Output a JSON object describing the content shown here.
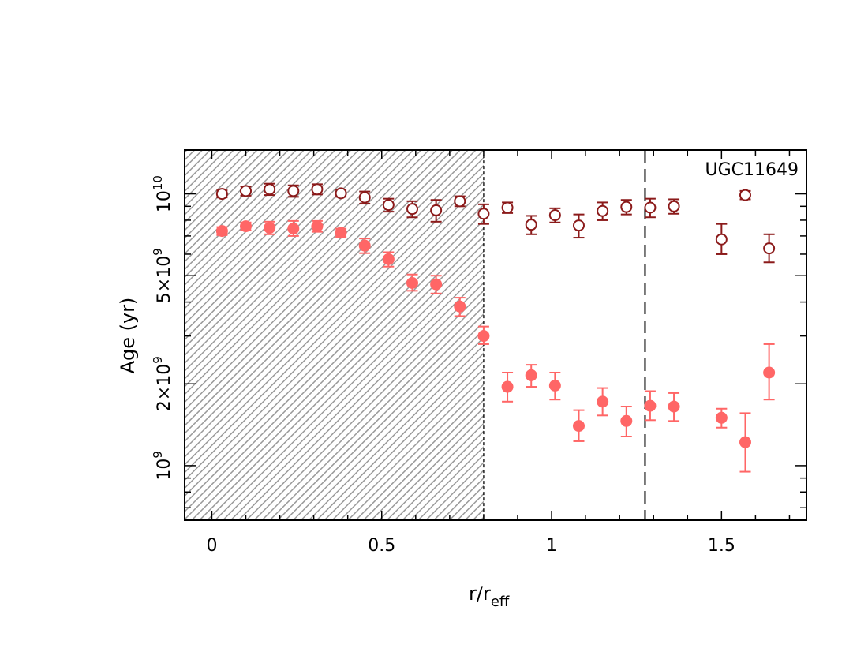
{
  "chart_data": {
    "type": "scatter",
    "annotation": "UGC11649",
    "xlabel": {
      "main": "r/r",
      "sub": "eff"
    },
    "ylabel": "Age (yr)",
    "xlim": [
      -0.08,
      1.75
    ],
    "ylim": [
      630000000,
      14500000000
    ],
    "yscale": "log",
    "x_ticks": [
      {
        "value": 0,
        "label": "0"
      },
      {
        "value": 0.5,
        "label": "0.5"
      },
      {
        "value": 1,
        "label": "1"
      },
      {
        "value": 1.5,
        "label": "1.5"
      }
    ],
    "y_ticks": [
      {
        "value": 1000000000,
        "label": "10",
        "sup": "9"
      },
      {
        "value": 2000000000,
        "label": "2×10",
        "sup": "9"
      },
      {
        "value": 5000000000,
        "label": "5×10",
        "sup": "9"
      },
      {
        "value": 10000000000,
        "label": "10",
        "sup": "10"
      }
    ],
    "hatched_region_x": [
      -0.08,
      0.8
    ],
    "vertical_dashed_line_x": 1.275,
    "colors": {
      "open_series": "#8b1a1a",
      "filled_series": "#ff6666",
      "hatch": "#999999"
    },
    "series": [
      {
        "marker": "open-circle",
        "points": [
          {
            "x": 0.03,
            "y": 10000000000,
            "lo": 9700000000,
            "hi": 10300000000
          },
          {
            "x": 0.1,
            "y": 10250000000,
            "lo": 9850000000,
            "hi": 10650000000
          },
          {
            "x": 0.17,
            "y": 10400000000,
            "lo": 9900000000,
            "hi": 10900000000
          },
          {
            "x": 0.24,
            "y": 10250000000,
            "lo": 9750000000,
            "hi": 10750000000
          },
          {
            "x": 0.31,
            "y": 10400000000,
            "lo": 9950000000,
            "hi": 10850000000
          },
          {
            "x": 0.38,
            "y": 10050000000,
            "lo": 9750000000,
            "hi": 10350000000
          },
          {
            "x": 0.45,
            "y": 9700000000,
            "lo": 9200000000,
            "hi": 10200000000
          },
          {
            "x": 0.52,
            "y": 9100000000,
            "lo": 8600000000,
            "hi": 9600000000
          },
          {
            "x": 0.59,
            "y": 8800000000,
            "lo": 8200000000,
            "hi": 9400000000
          },
          {
            "x": 0.66,
            "y": 8700000000,
            "lo": 7900000000,
            "hi": 9500000000
          },
          {
            "x": 0.73,
            "y": 9400000000,
            "lo": 9000000000,
            "hi": 9800000000
          },
          {
            "x": 0.8,
            "y": 8450000000,
            "lo": 7750000000,
            "hi": 9150000000
          },
          {
            "x": 0.87,
            "y": 8900000000,
            "lo": 8500000000,
            "hi": 9300000000
          },
          {
            "x": 0.94,
            "y": 7700000000,
            "lo": 7100000000,
            "hi": 8300000000
          },
          {
            "x": 1.01,
            "y": 8350000000,
            "lo": 7850000000,
            "hi": 8850000000
          },
          {
            "x": 1.08,
            "y": 7650000000,
            "lo": 6900000000,
            "hi": 8400000000
          },
          {
            "x": 1.15,
            "y": 8650000000,
            "lo": 8000000000,
            "hi": 9300000000
          },
          {
            "x": 1.22,
            "y": 8950000000,
            "lo": 8400000000,
            "hi": 9500000000
          },
          {
            "x": 1.29,
            "y": 8900000000,
            "lo": 8200000000,
            "hi": 9600000000
          },
          {
            "x": 1.36,
            "y": 9000000000,
            "lo": 8450000000,
            "hi": 9550000000
          },
          {
            "x": 1.5,
            "y": 6800000000,
            "lo": 6000000000,
            "hi": 7750000000
          },
          {
            "x": 1.57,
            "y": 9900000000,
            "lo": 9550000000,
            "hi": 10250000000
          },
          {
            "x": 1.64,
            "y": 6300000000,
            "lo": 5600000000,
            "hi": 7100000000
          }
        ]
      },
      {
        "marker": "filled-circle",
        "points": [
          {
            "x": 0.03,
            "y": 7300000000,
            "lo": 7050000000,
            "hi": 7550000000
          },
          {
            "x": 0.1,
            "y": 7600000000,
            "lo": 7350000000,
            "hi": 7850000000
          },
          {
            "x": 0.17,
            "y": 7500000000,
            "lo": 7100000000,
            "hi": 7900000000
          },
          {
            "x": 0.24,
            "y": 7450000000,
            "lo": 7000000000,
            "hi": 7950000000
          },
          {
            "x": 0.31,
            "y": 7600000000,
            "lo": 7250000000,
            "hi": 7950000000
          },
          {
            "x": 0.38,
            "y": 7200000000,
            "lo": 6950000000,
            "hi": 7450000000
          },
          {
            "x": 0.45,
            "y": 6450000000,
            "lo": 6050000000,
            "hi": 6850000000
          },
          {
            "x": 0.52,
            "y": 5750000000,
            "lo": 5400000000,
            "hi": 6100000000
          },
          {
            "x": 0.59,
            "y": 4700000000,
            "lo": 4400000000,
            "hi": 5050000000
          },
          {
            "x": 0.66,
            "y": 4650000000,
            "lo": 4300000000,
            "hi": 5000000000
          },
          {
            "x": 0.73,
            "y": 3850000000,
            "lo": 3550000000,
            "hi": 4150000000
          },
          {
            "x": 0.8,
            "y": 3000000000,
            "lo": 2800000000,
            "hi": 3250000000
          },
          {
            "x": 0.87,
            "y": 1950000000,
            "lo": 1720000000,
            "hi": 2200000000
          },
          {
            "x": 0.94,
            "y": 2150000000,
            "lo": 1950000000,
            "hi": 2350000000
          },
          {
            "x": 1.01,
            "y": 1970000000,
            "lo": 1750000000,
            "hi": 2200000000
          },
          {
            "x": 1.08,
            "y": 1400000000,
            "lo": 1230000000,
            "hi": 1600000000
          },
          {
            "x": 1.15,
            "y": 1720000000,
            "lo": 1530000000,
            "hi": 1930000000
          },
          {
            "x": 1.22,
            "y": 1460000000,
            "lo": 1280000000,
            "hi": 1650000000
          },
          {
            "x": 1.29,
            "y": 1660000000,
            "lo": 1470000000,
            "hi": 1880000000
          },
          {
            "x": 1.36,
            "y": 1650000000,
            "lo": 1460000000,
            "hi": 1850000000
          },
          {
            "x": 1.5,
            "y": 1500000000,
            "lo": 1380000000,
            "hi": 1620000000
          },
          {
            "x": 1.57,
            "y": 1220000000,
            "lo": 950000000,
            "hi": 1560000000
          },
          {
            "x": 1.64,
            "y": 2200000000,
            "lo": 1750000000,
            "hi": 2800000000
          }
        ]
      }
    ]
  }
}
